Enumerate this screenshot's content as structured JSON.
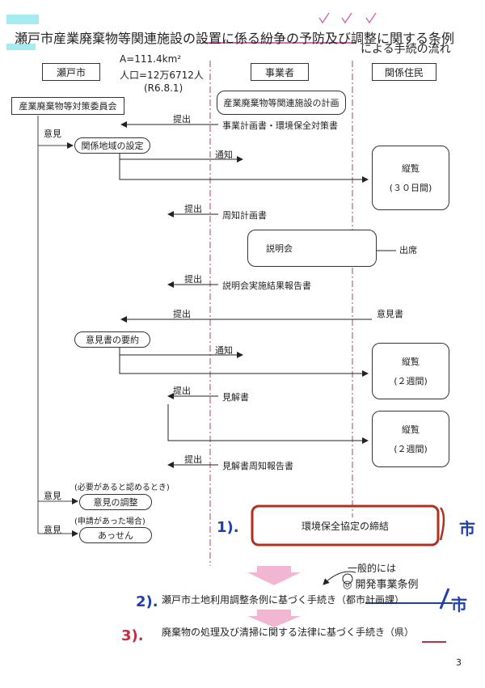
{
  "title": {
    "line1": "瀬戸市産業廃棄物等関連施設の設置に係る紛争の予防及び調整に関する条例",
    "line2": "による手続の流れ"
  },
  "columns": {
    "city": "瀬戸市",
    "operator": "事業者",
    "residents": "関係住民"
  },
  "handwritten": {
    "area": "A=111.4km²",
    "population": "人口=12万6712人",
    "date": "(R6.8.1)",
    "num1": "1).",
    "num2": "2).",
    "num3": "3).",
    "city_mark1": "市",
    "city_mark2": "市",
    "general_note": "一般的には",
    "dev_ordinance": "◎ 開発事業条例"
  },
  "city": {
    "committee": "産業廃棄物等対策委員会",
    "area_setting": "関係地域の設定",
    "summary": "意見書の要約",
    "adjustment": "意見の調整",
    "mediation": "あっせん",
    "opinion_label": "意見",
    "cond_adjust": "(必要があると認めるとき)",
    "cond_mediation": "(申請があった場合)"
  },
  "operator": {
    "plan": "産業廃棄物等関連施設の計画",
    "plan_docs": "事業計画書・環境保全対策書",
    "notice_plan": "周知計画書",
    "briefing": "説明会",
    "briefing_report": "説明会実施結果報告書",
    "view_doc": "見解書",
    "view_report": "見解書周知報告書"
  },
  "arrows": {
    "submit": "提出",
    "notify": "通知"
  },
  "residents": {
    "inspection1": "縦覧",
    "period1": "(３０日間)",
    "attend": "出席",
    "opinion_doc": "意見書",
    "inspection2": "縦覧",
    "period2": "(２週間)",
    "inspection3": "縦覧",
    "period3": "(２週間)"
  },
  "bottom": {
    "agreement": "環境保全協定の締結",
    "landuse": "瀬戸市土地利用調整条例に基づく手続き（都市計画課）",
    "waste_law": "廃棄物の処理及び清掃に関する法律に基づく手続き（県）"
  },
  "page_number": "3"
}
